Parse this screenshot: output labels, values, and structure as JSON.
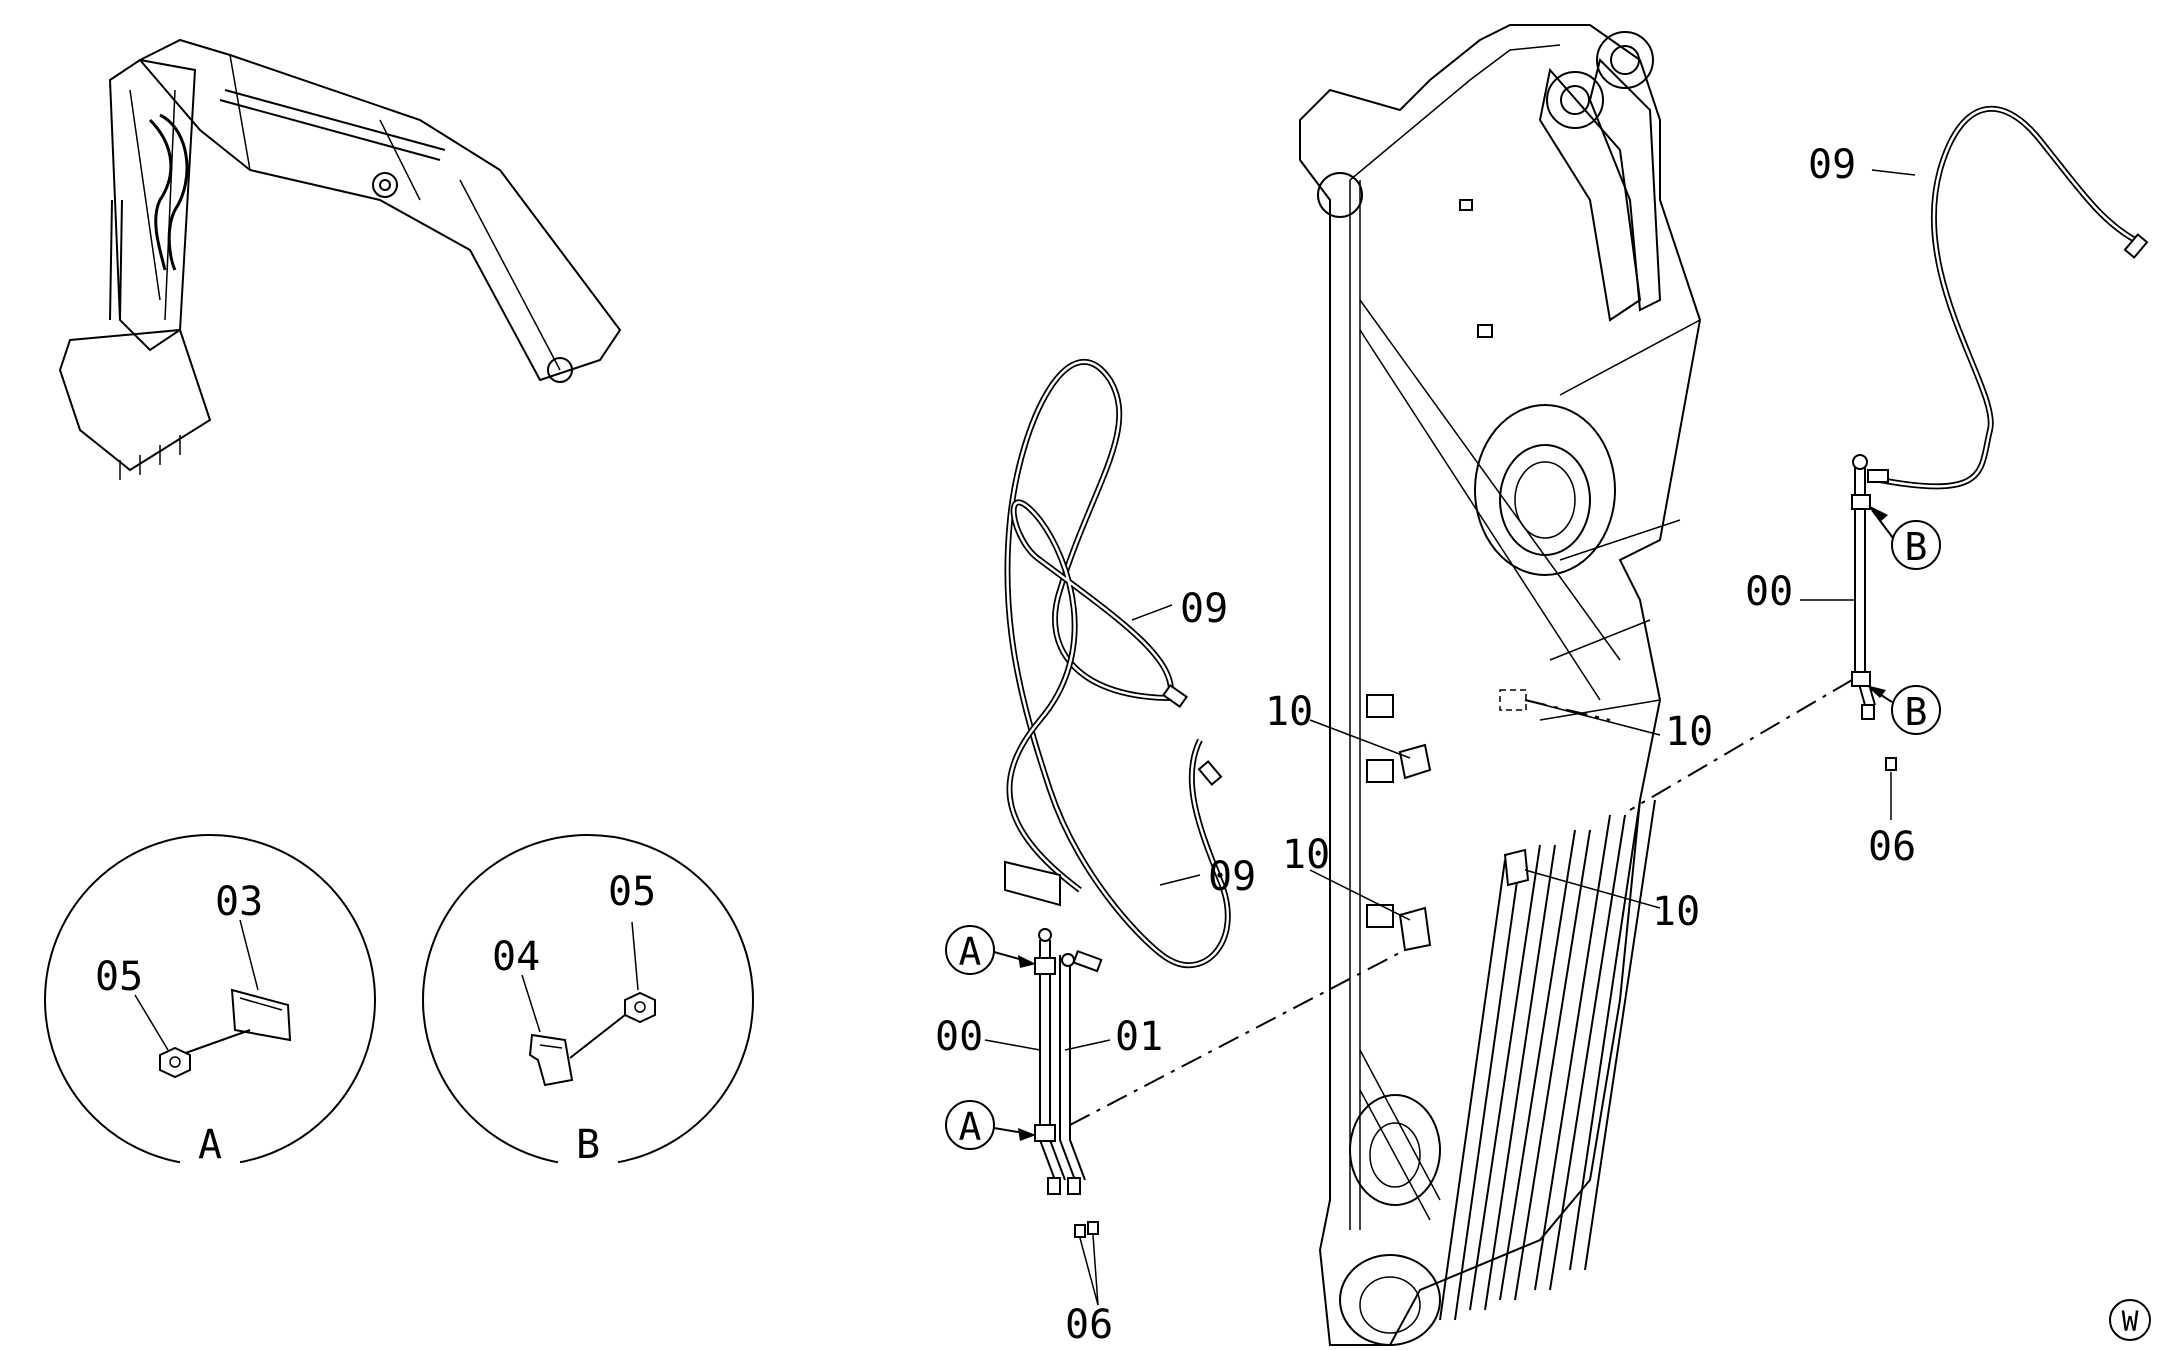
{
  "callouts": {
    "hose_top_right": "09",
    "hose_mid_upper": "09",
    "hose_mid_lower": "09",
    "pipe_right": "00",
    "pipe_left_00": "00",
    "pipe_left_01": "01",
    "clamp_10_upper_left": "10",
    "clamp_10_upper_right": "10",
    "clamp_10_lower_left": "10",
    "clamp_10_lower_right": "10",
    "fitting_06_right": "06",
    "fitting_06_left": "06",
    "detail_a_bolt": "05",
    "detail_a_clamp": "03",
    "detail_b_clamp": "04",
    "detail_b_bolt": "05"
  },
  "markers": {
    "a_upper": "A",
    "a_lower": "A",
    "b_upper": "B",
    "b_lower": "B"
  },
  "details": {
    "a_label": "A",
    "b_label": "B"
  },
  "corner_mark": "W"
}
